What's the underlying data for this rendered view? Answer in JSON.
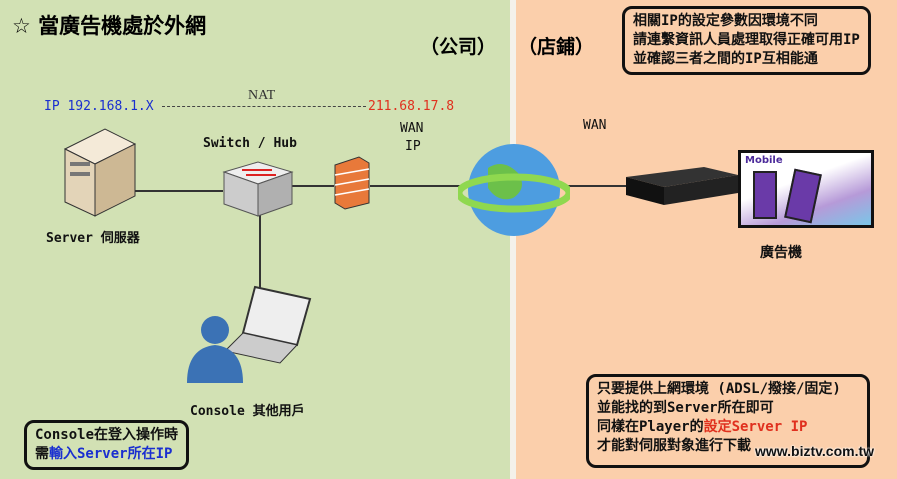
{
  "title": "☆ 當廣告機處於外網",
  "zones": {
    "company": "（公司）",
    "store": "（店鋪）"
  },
  "network": {
    "lan_ip": "IP 192.168.1.X",
    "nat": "NAT",
    "wan_ip": "211.68.17.8",
    "wan_label": "WAN",
    "ip_label": "IP",
    "store_wan": "WAN"
  },
  "devices": {
    "switch": "Switch / Hub",
    "server": "Server 伺服器",
    "console": "Console 其他用戶",
    "signage": "廣告機",
    "screen_brand": "Mobile"
  },
  "notes": {
    "top": [
      "相關IP的設定參數因環境不同",
      "請連繫資訊人員處理取得正確可用IP",
      "並確認三者之間的IP互相能通"
    ],
    "bottom_right": {
      "l1": "只要提供上網環境 (ADSL/撥接/固定)",
      "l2": "並能找的到Server所在即可",
      "l3a": "同樣在Player的",
      "l3b": "設定Server IP",
      "l4": "才能對伺服對象進行下載"
    },
    "bottom_left": {
      "l1": "Console在登入操作時",
      "l2a": "需",
      "l2b": "輸入Server所在IP"
    }
  },
  "watermark": "www.biztv.com.tw",
  "colors": {
    "left_bg": "#d2e1b4",
    "right_bg": "#fbcfab",
    "blue": "#1a2fd0",
    "red": "#e0301e"
  }
}
